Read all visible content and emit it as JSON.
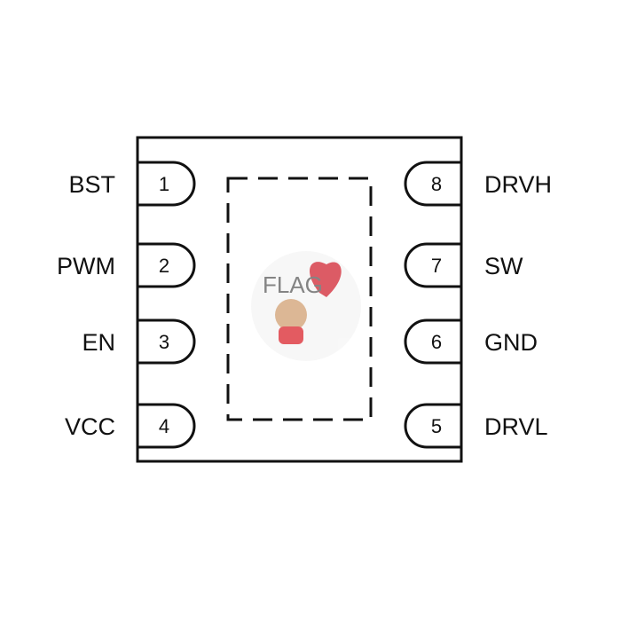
{
  "package": {
    "left_pins": [
      {
        "number": "1",
        "name": "BST"
      },
      {
        "number": "2",
        "name": "PWM"
      },
      {
        "number": "3",
        "name": "EN"
      },
      {
        "number": "4",
        "name": "VCC"
      }
    ],
    "right_pins": [
      {
        "number": "8",
        "name": "DRVH"
      },
      {
        "number": "7",
        "name": "SW"
      },
      {
        "number": "6",
        "name": "GND"
      },
      {
        "number": "5",
        "name": "DRVL"
      }
    ]
  },
  "watermark": {
    "text": "FLAG",
    "icon": "teddy-bear-balloon-icon"
  }
}
